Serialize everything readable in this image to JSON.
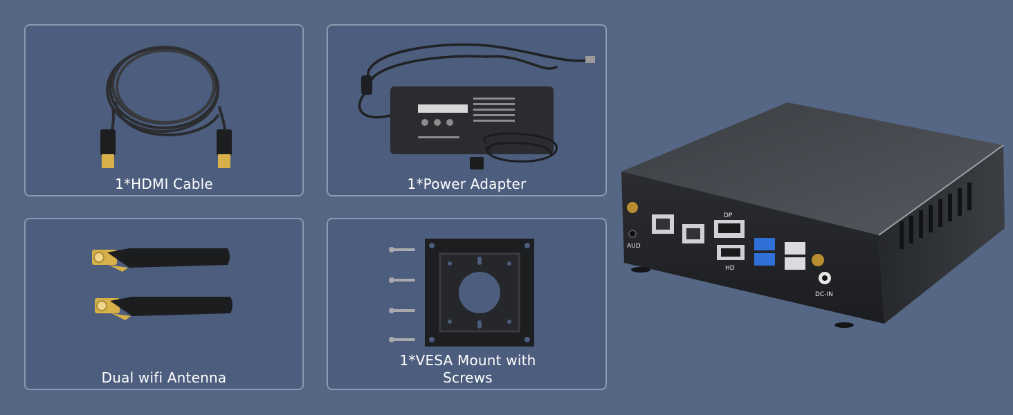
{
  "items": [
    {
      "label": "1*HDMI Cable",
      "icon": "hdmi-cable-icon"
    },
    {
      "label": "1*Power Adapter",
      "icon": "power-adapter-icon"
    },
    {
      "label": "Dual wifi Antenna",
      "icon": "wifi-antenna-icon"
    },
    {
      "label": "1*VESA Mount with Screws",
      "icon": "vesa-mount-icon"
    }
  ],
  "device": {
    "ports": {
      "aud": "AUD",
      "dp": "DP",
      "hd": "HD",
      "dcin": "DC-IN"
    }
  },
  "colors": {
    "background": "#566785",
    "card": "#4c5d7d",
    "card_border": "#8e9ab3",
    "usb_blue": "#2f6fd6",
    "gold": "#d8b04a"
  }
}
